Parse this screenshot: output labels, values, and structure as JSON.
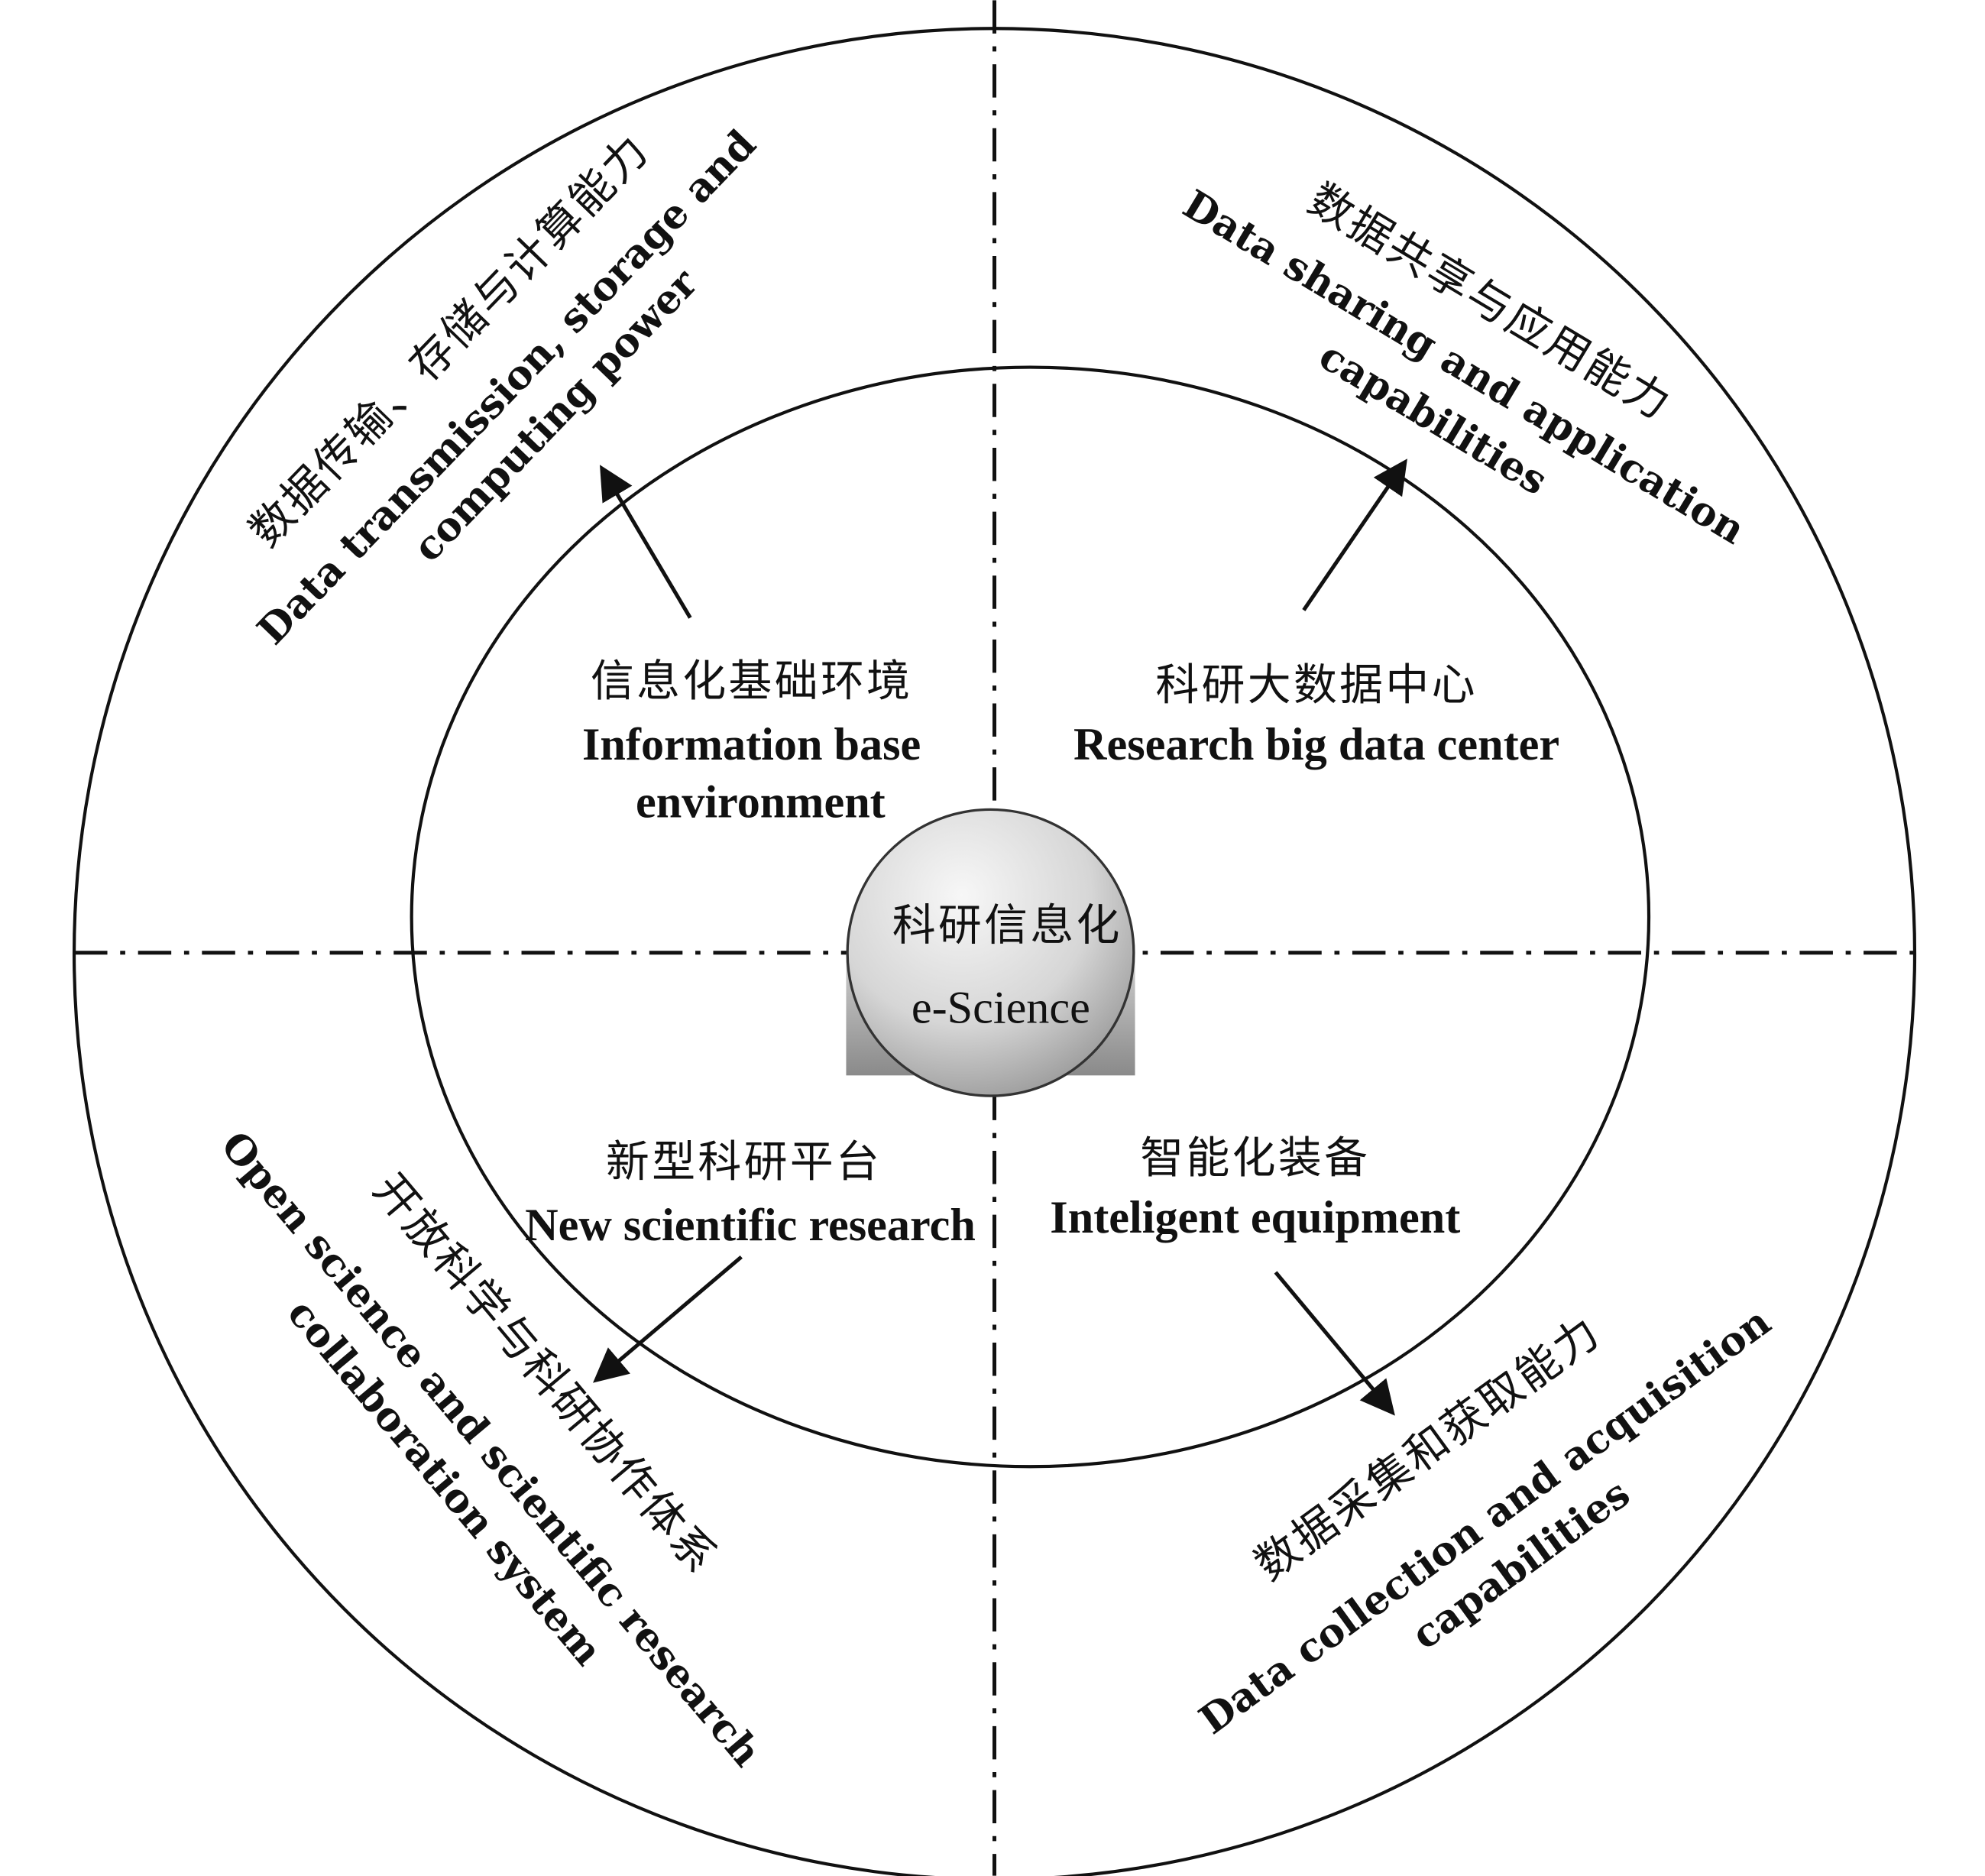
{
  "center": {
    "zh": "科研信息化",
    "en": "e-Science"
  },
  "inner": {
    "top_left": {
      "zh": "信息化基础环境",
      "en1": "Information base",
      "en2": "environment"
    },
    "top_right": {
      "zh": "科研大数据中心",
      "en1": "Research big data center"
    },
    "bottom_left": {
      "zh": "新型科研平台",
      "en1": "New scientific research"
    },
    "bottom_right": {
      "zh": "智能化装备",
      "en1": "Inteligent equipment"
    }
  },
  "outer": {
    "top_left": {
      "zh": "数据传输、存储与计算能力",
      "en1": "Data transmission, storage and",
      "en2": "computing power"
    },
    "top_right": {
      "zh": "数据共享与应用能力",
      "en1": "Data sharing and application",
      "en2": "capabilities"
    },
    "bottom_left": {
      "zh": "开放科学与科研协作体系",
      "en1": "Open science and scientific research",
      "en2": "collaboration system"
    },
    "bottom_right": {
      "zh": "数据采集和获取能力",
      "en1": "Data collection and acquisition",
      "en2": "capabilities"
    }
  },
  "colors": {
    "line": "#111111",
    "sphere_light": "#f4f4f4",
    "sphere_dark": "#8a8a8a"
  }
}
